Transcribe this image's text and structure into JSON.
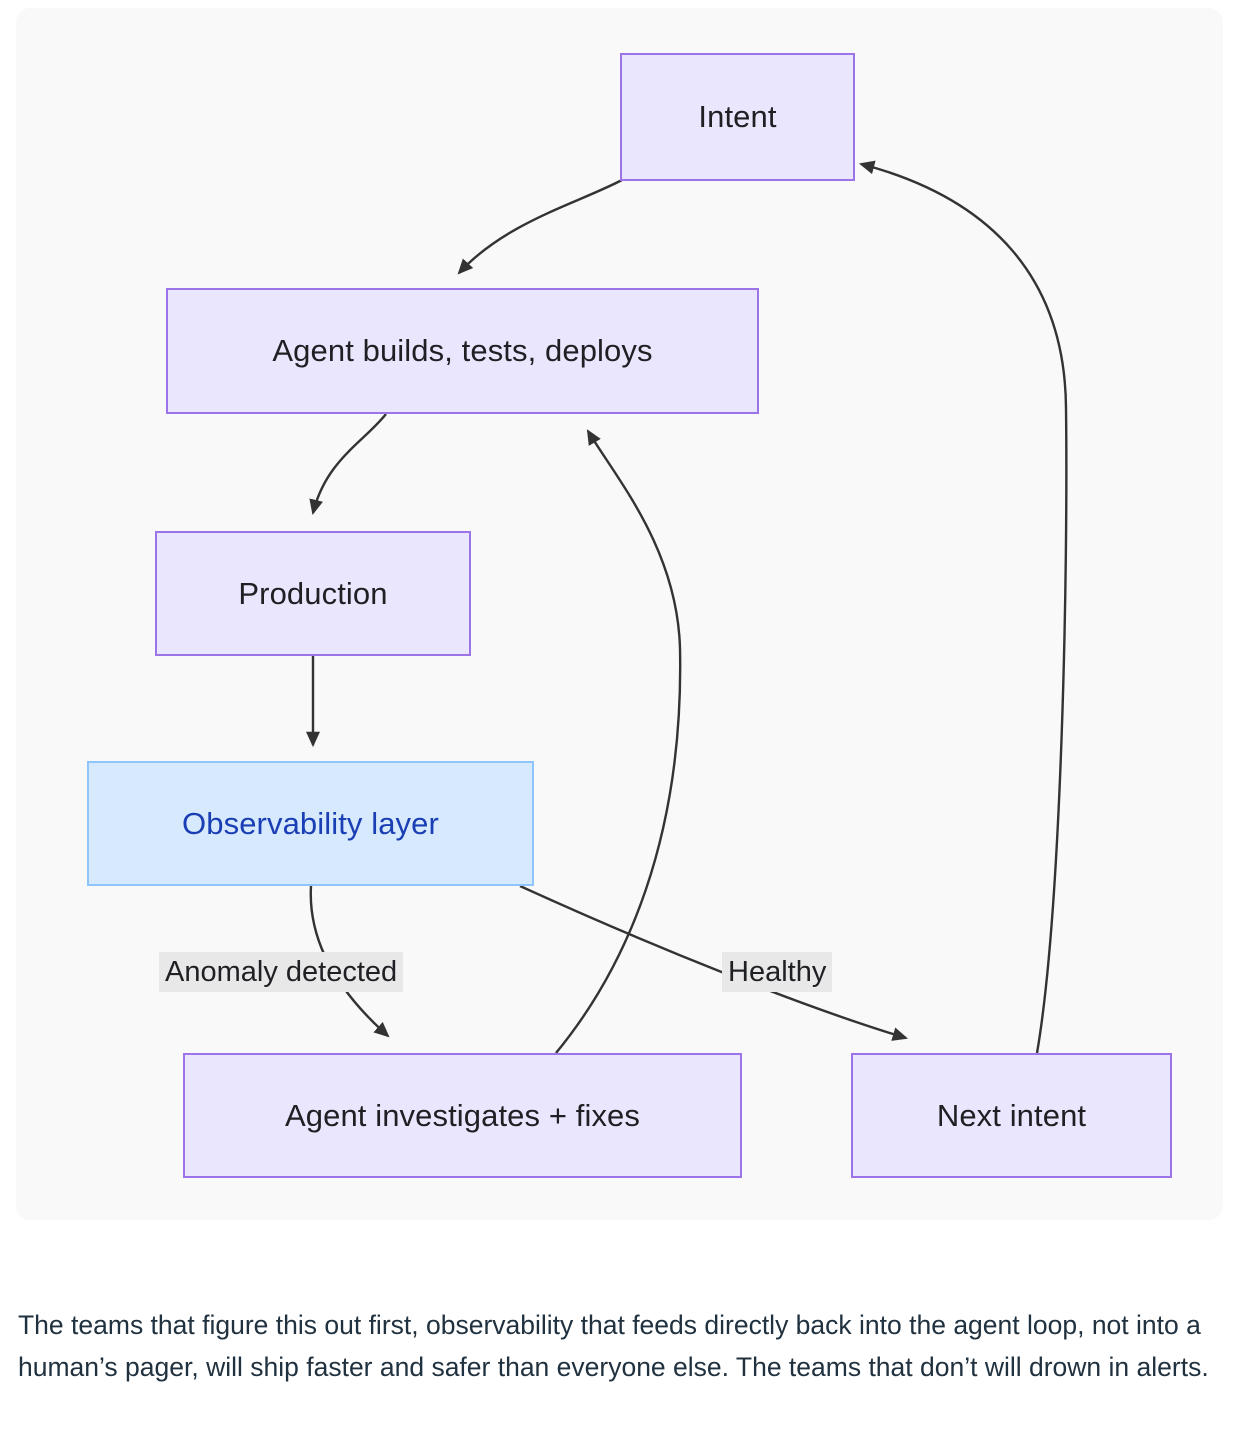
{
  "diagram": {
    "type": "flowchart",
    "nodes": [
      {
        "id": "intent",
        "label": "Intent"
      },
      {
        "id": "agent_build",
        "label": "Agent builds, tests, deploys"
      },
      {
        "id": "production",
        "label": "Production"
      },
      {
        "id": "observability",
        "label": "Observability layer"
      },
      {
        "id": "investigates",
        "label": "Agent investigates + fixes"
      },
      {
        "id": "next_intent",
        "label": "Next intent"
      }
    ],
    "edges": [
      {
        "from": "intent",
        "to": "agent_build",
        "label": ""
      },
      {
        "from": "agent_build",
        "to": "production",
        "label": ""
      },
      {
        "from": "production",
        "to": "observability",
        "label": ""
      },
      {
        "from": "observability",
        "to": "investigates",
        "label": "Anomaly detected"
      },
      {
        "from": "observability",
        "to": "next_intent",
        "label": "Healthy"
      },
      {
        "from": "investigates",
        "to": "agent_build",
        "label": ""
      },
      {
        "from": "next_intent",
        "to": "intent",
        "label": ""
      }
    ],
    "edge_labels": {
      "anomaly": "Anomaly detected",
      "healthy": "Healthy"
    },
    "colors": {
      "panel_background": "#f9f9f9",
      "node_fill": "#eae6fd",
      "node_border": "#9d74e8",
      "node_text": "#1f2024",
      "accent_node_fill": "#d6e9fd",
      "accent_node_border": "#8ec5fa",
      "accent_node_text": "#1a3fb5",
      "edge_stroke": "#333333",
      "edge_label_background": "#e8e8e8"
    }
  },
  "article": {
    "paragraph": "The teams that figure this out first, observability that feeds directly back into the agent loop, not into a human’s pager, will ship faster and safer than everyone else. The teams that don’t will drown in alerts."
  }
}
